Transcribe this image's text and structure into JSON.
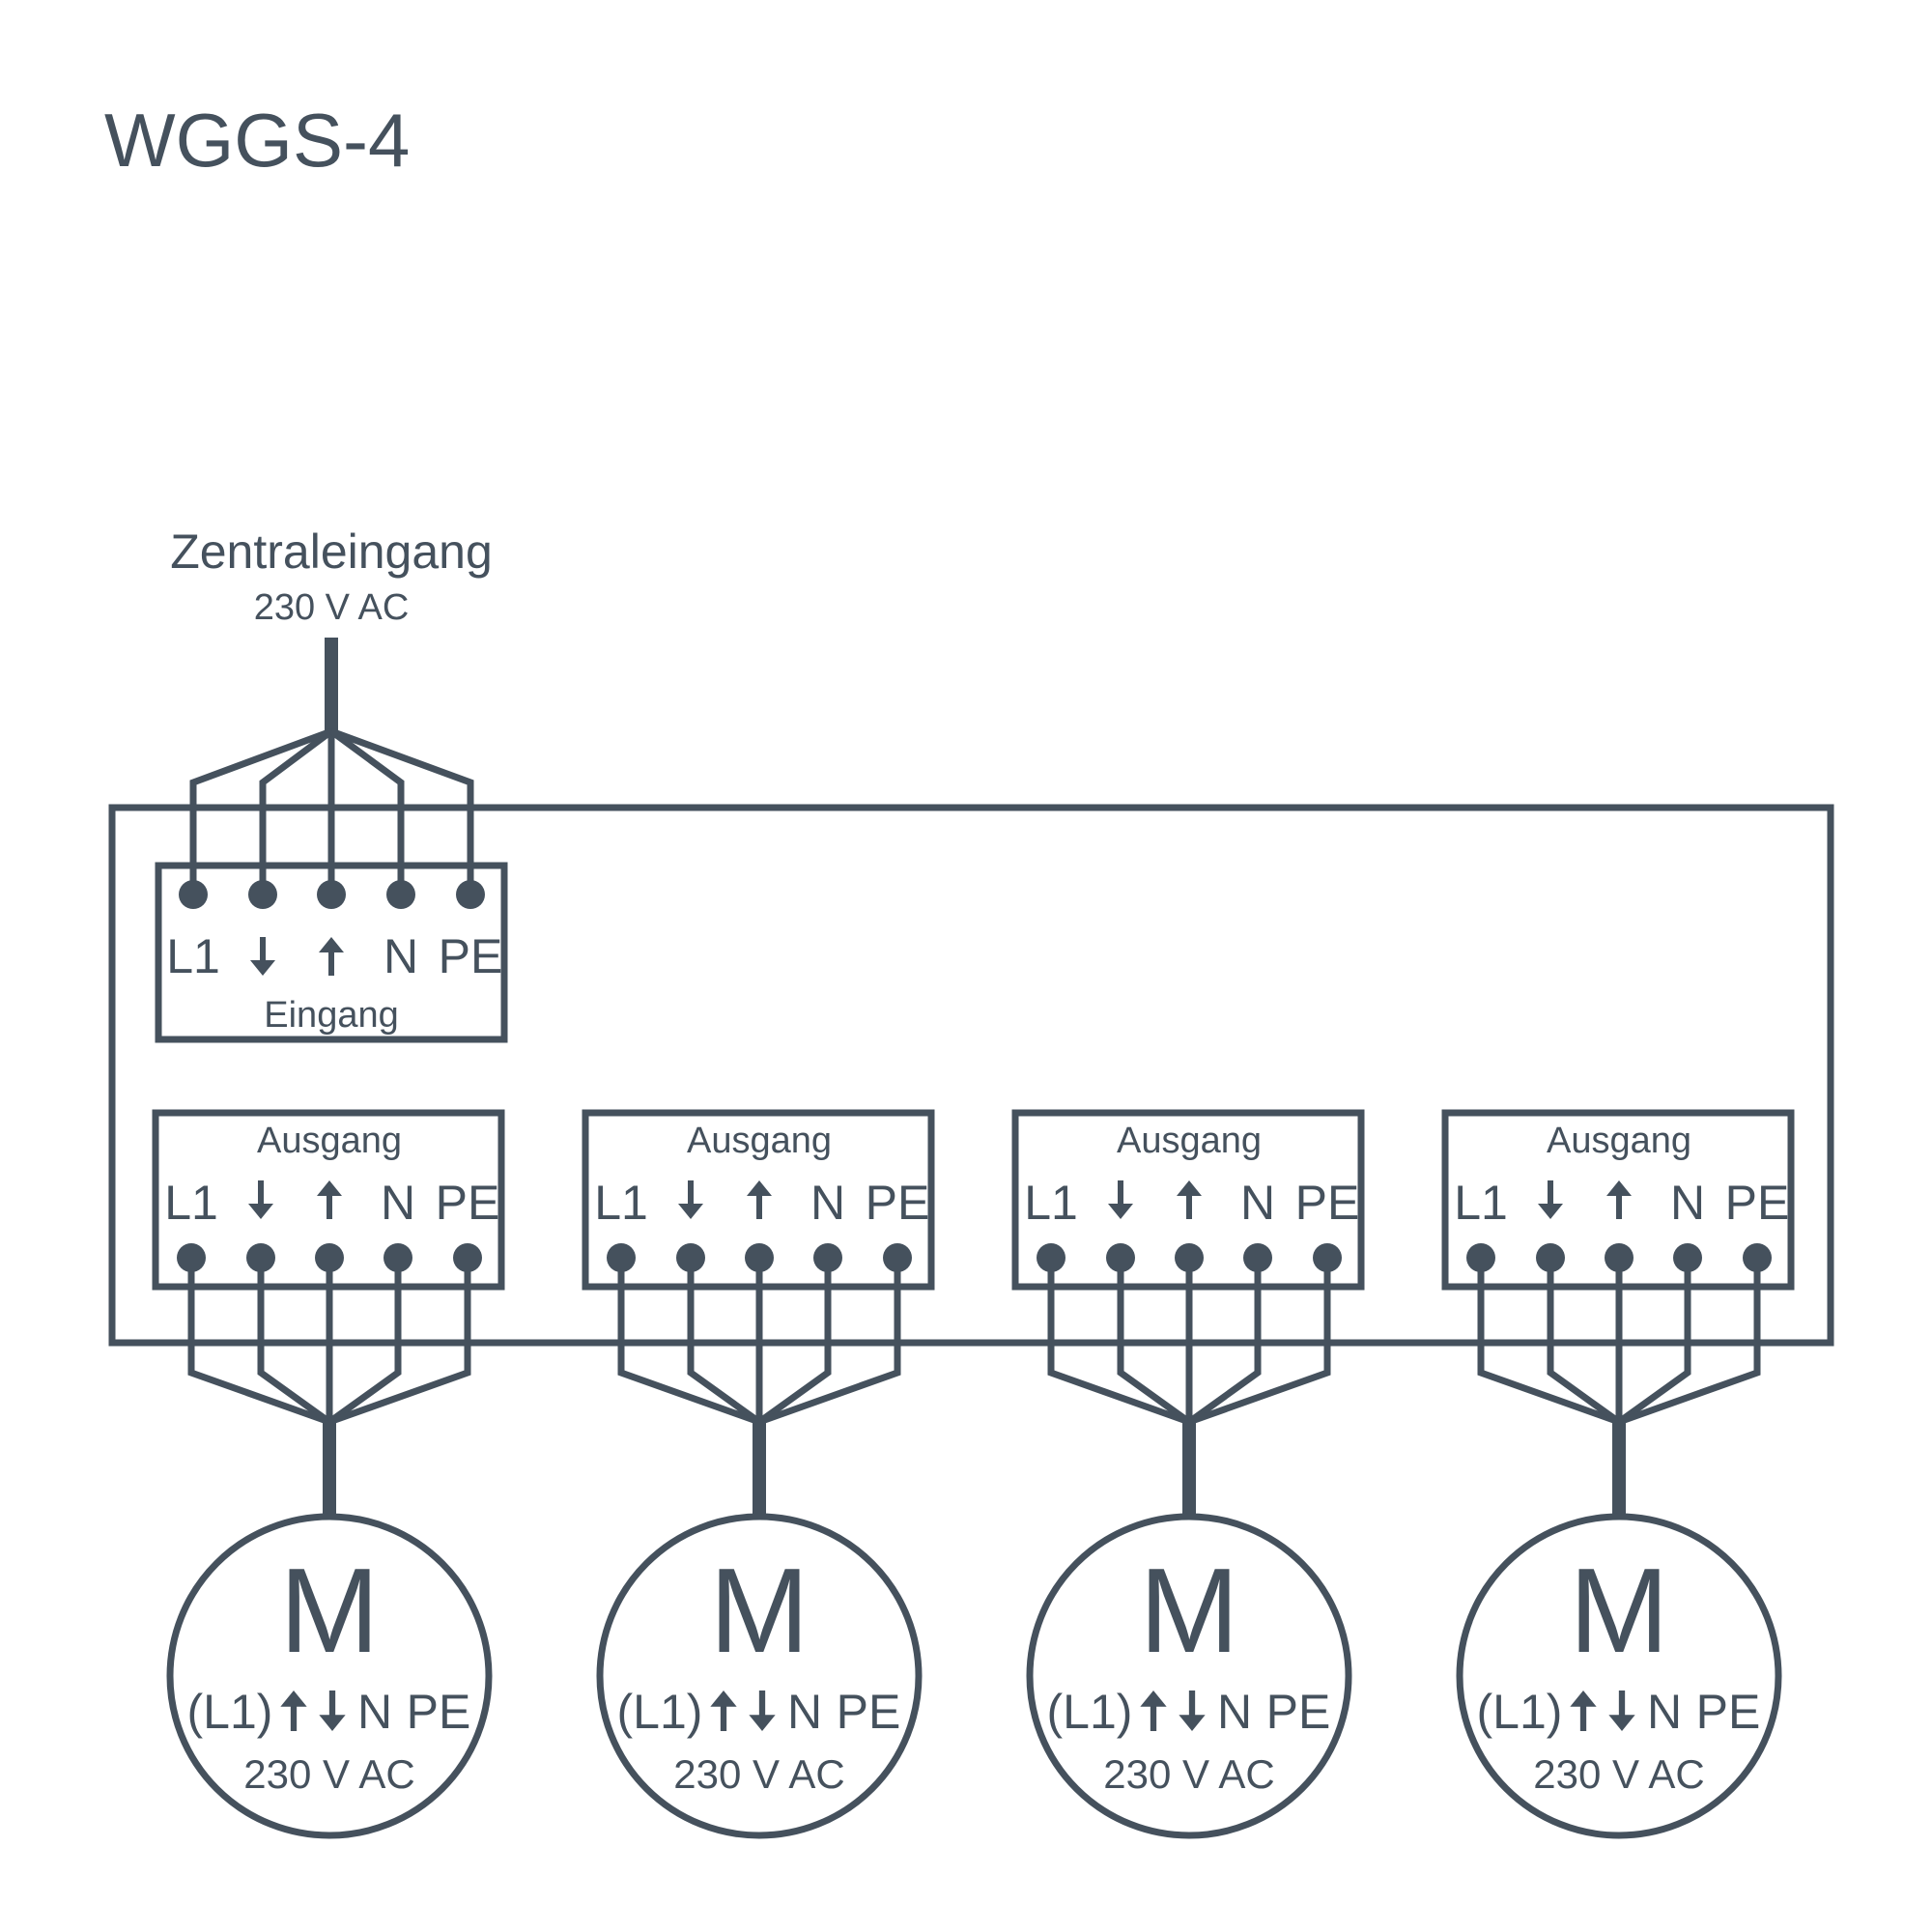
{
  "colors": {
    "line": "#45515d",
    "background": "#ffffff"
  },
  "title": "WGGS-4",
  "central_input": {
    "label": "Zentraleingang",
    "voltage": "230 V AC"
  },
  "terminals": [
    "L1",
    "↓",
    "↑",
    "N",
    "PE"
  ],
  "input_block": {
    "label": "Eingang"
  },
  "output_blocks": [
    {
      "label": "Ausgang"
    },
    {
      "label": "Ausgang"
    },
    {
      "label": "Ausgang"
    },
    {
      "label": "Ausgang"
    }
  ],
  "motors": [
    {
      "symbol": "M",
      "terminals": [
        "(L1)",
        "↑",
        "↓",
        "N",
        "PE"
      ],
      "voltage": "230 V AC"
    },
    {
      "symbol": "M",
      "terminals": [
        "(L1)",
        "↑",
        "↓",
        "N",
        "PE"
      ],
      "voltage": "230 V AC"
    },
    {
      "symbol": "M",
      "terminals": [
        "(L1)",
        "↑",
        "↓",
        "N",
        "PE"
      ],
      "voltage": "230 V AC"
    },
    {
      "symbol": "M",
      "terminals": [
        "(L1)",
        "↑",
        "↓",
        "N",
        "PE"
      ],
      "voltage": "230 V AC"
    }
  ]
}
